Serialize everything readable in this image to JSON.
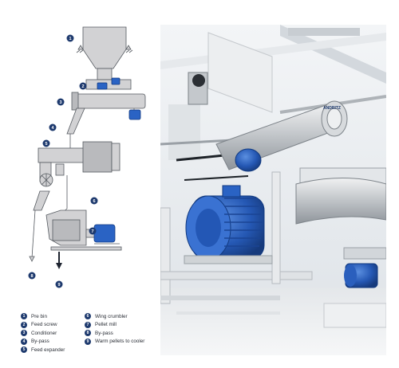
{
  "diagram": {
    "badges": [
      "1",
      "2",
      "3",
      "4",
      "5",
      "6",
      "7",
      "8",
      "9"
    ]
  },
  "photo": {
    "brand_label": "ANDRITZ"
  },
  "legend": {
    "items": [
      {
        "num": "1",
        "label": "Pre bin"
      },
      {
        "num": "2",
        "label": "Feed screw"
      },
      {
        "num": "3",
        "label": "Conditioner"
      },
      {
        "num": "4",
        "label": "By-pass"
      },
      {
        "num": "5",
        "label": "Feed expander"
      },
      {
        "num": "6",
        "label": "Wing crumbler"
      },
      {
        "num": "7",
        "label": "Pellet mill"
      },
      {
        "num": "8",
        "label": "By-pass"
      },
      {
        "num": "9",
        "label": "Warm pellets to cooler"
      }
    ]
  },
  "colors": {
    "badge": "#1e3a6e",
    "motor_blue": "#2a63c4",
    "machine_grey": "#d2d2d4"
  }
}
